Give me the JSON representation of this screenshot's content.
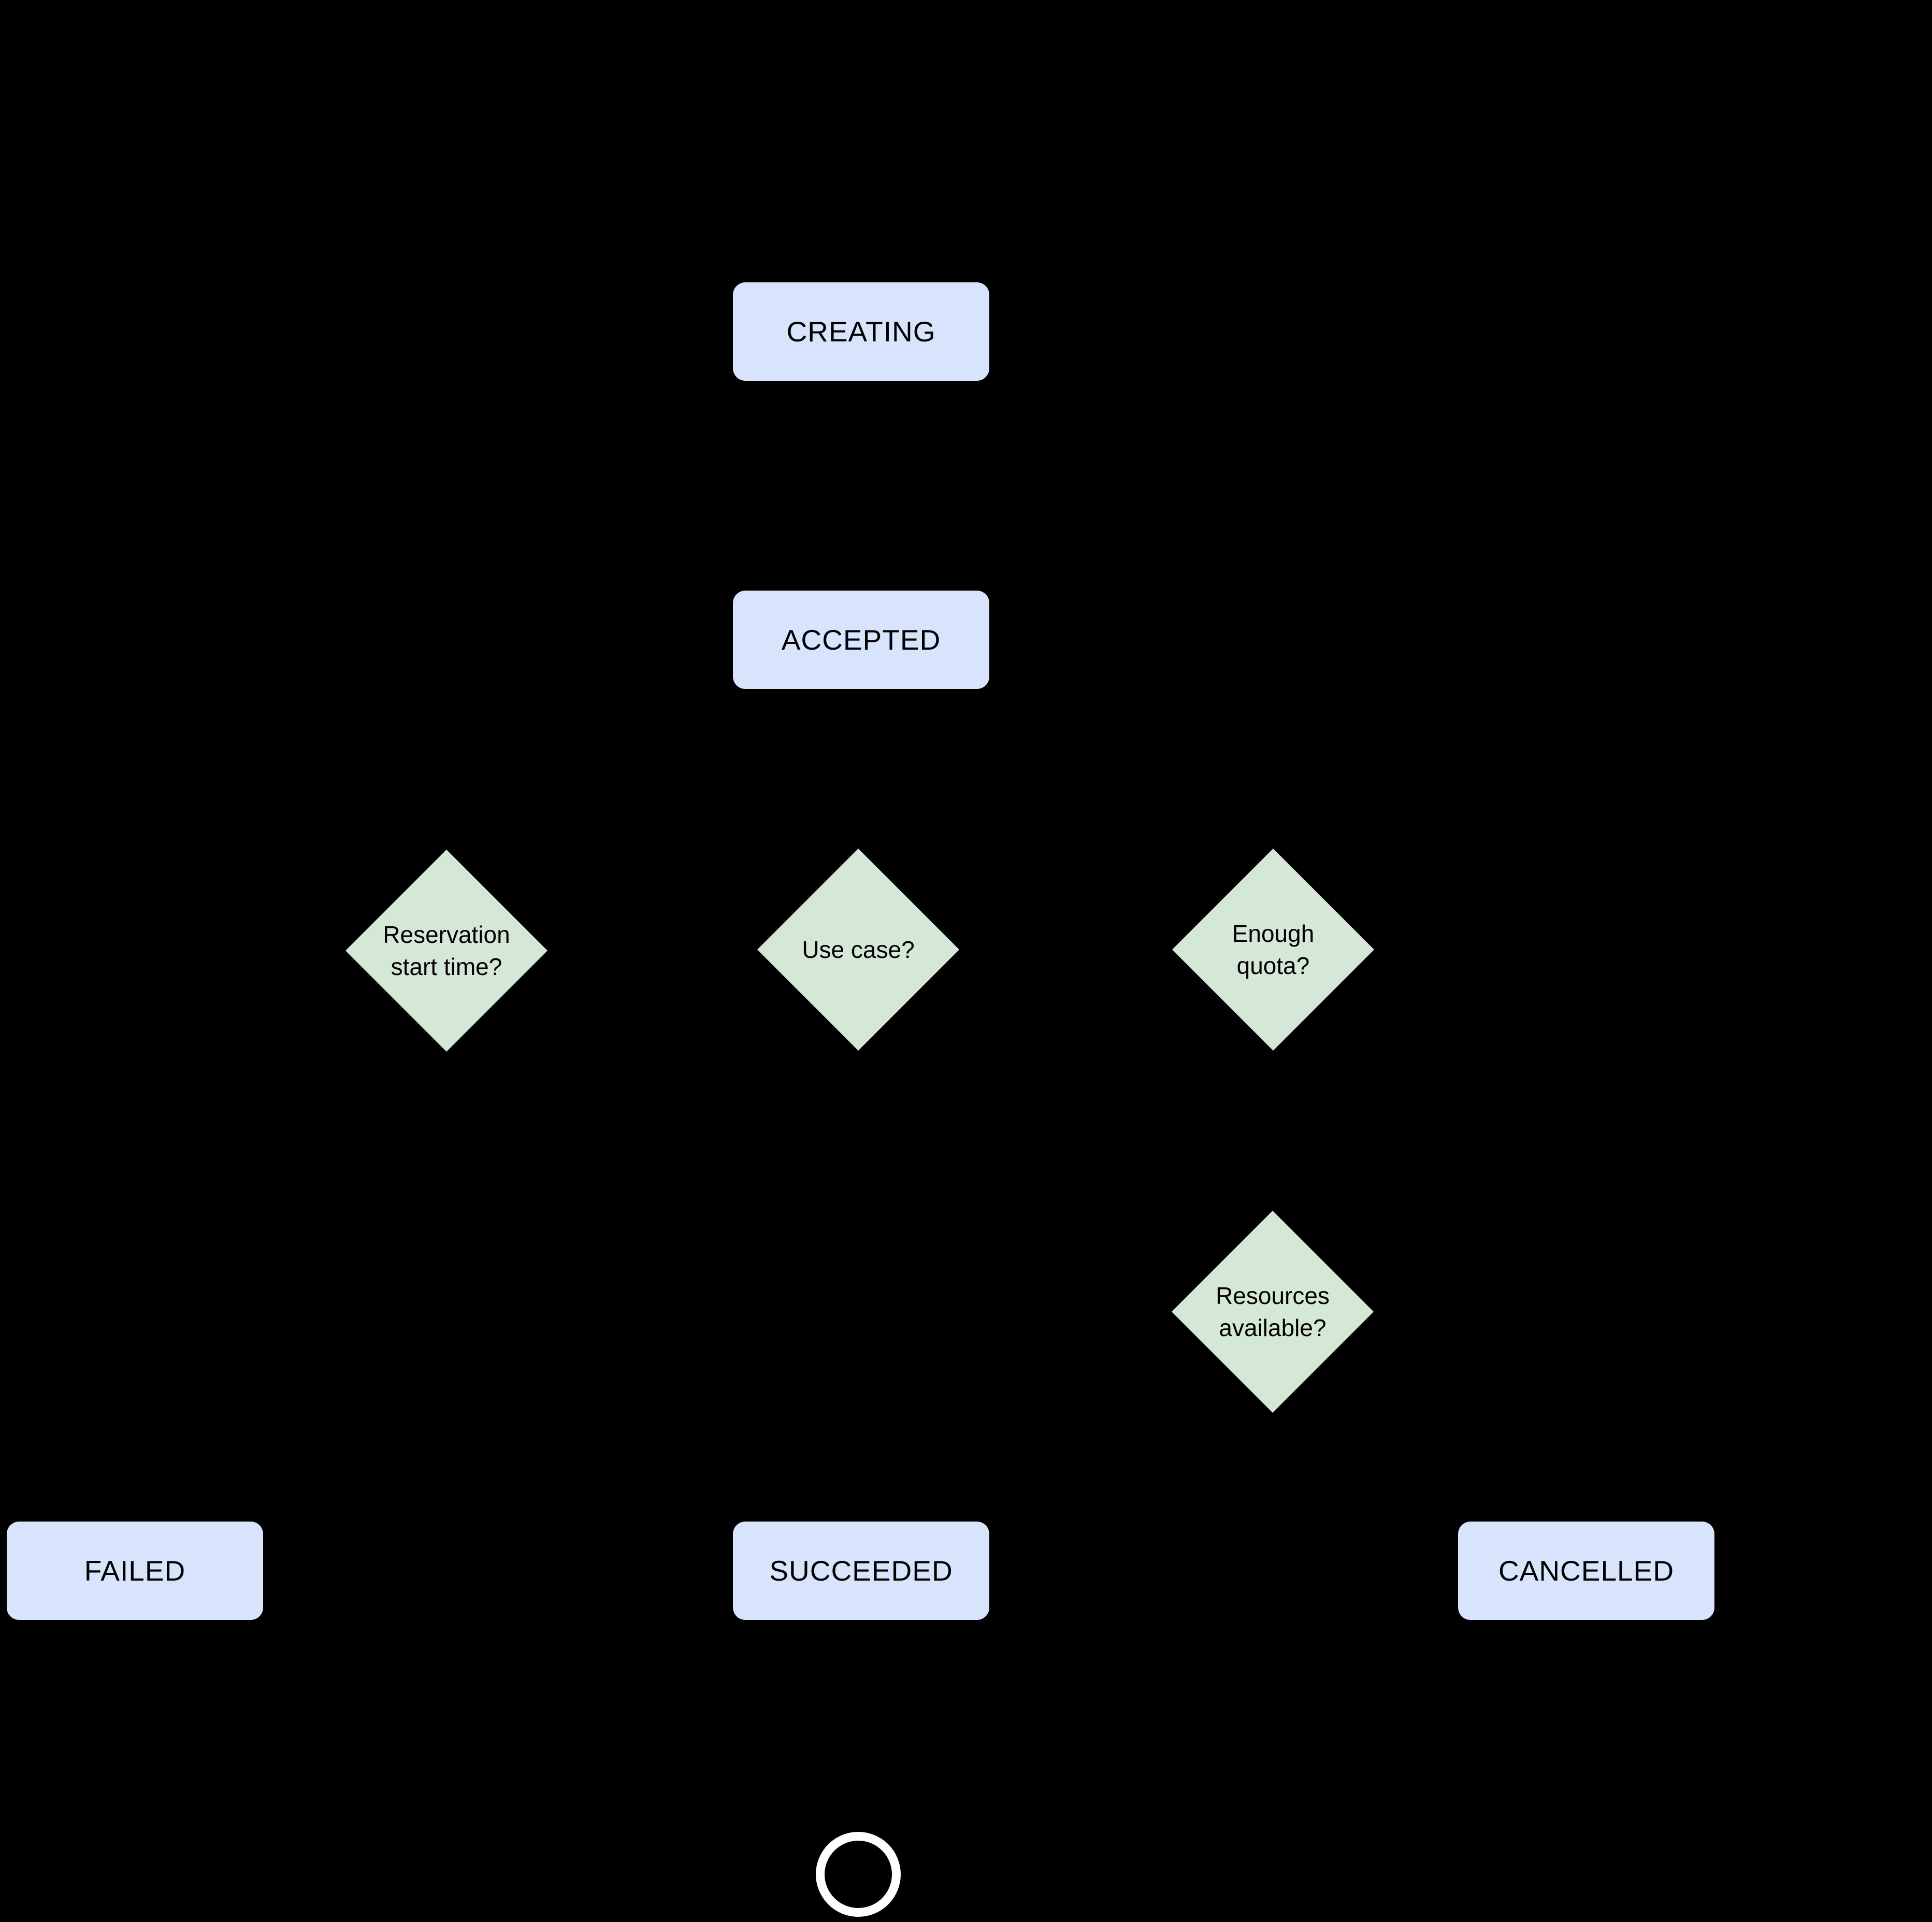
{
  "diagram": {
    "colors": {
      "background": "#000000",
      "state_fill": "#d8e4fb",
      "decision_fill": "#d5e7d6",
      "text": "#000000",
      "end_state_ring": "#ffffff"
    },
    "states": [
      {
        "id": "creating",
        "label": "CREATING"
      },
      {
        "id": "accepted",
        "label": "ACCEPTED"
      },
      {
        "id": "failed",
        "label": "FAILED"
      },
      {
        "id": "succeeded",
        "label": "SUCCEEDED"
      },
      {
        "id": "cancelled",
        "label": "CANCELLED"
      }
    ],
    "decisions": [
      {
        "id": "reservation-start-time",
        "label": "Reservation\nstart time?"
      },
      {
        "id": "use-case",
        "label": "Use case?"
      },
      {
        "id": "enough-quota",
        "label": "Enough\nquota?"
      },
      {
        "id": "resources-available",
        "label": "Resources\navailable?"
      }
    ],
    "end_state": {
      "id": "final",
      "shape": "outline-circle"
    }
  }
}
